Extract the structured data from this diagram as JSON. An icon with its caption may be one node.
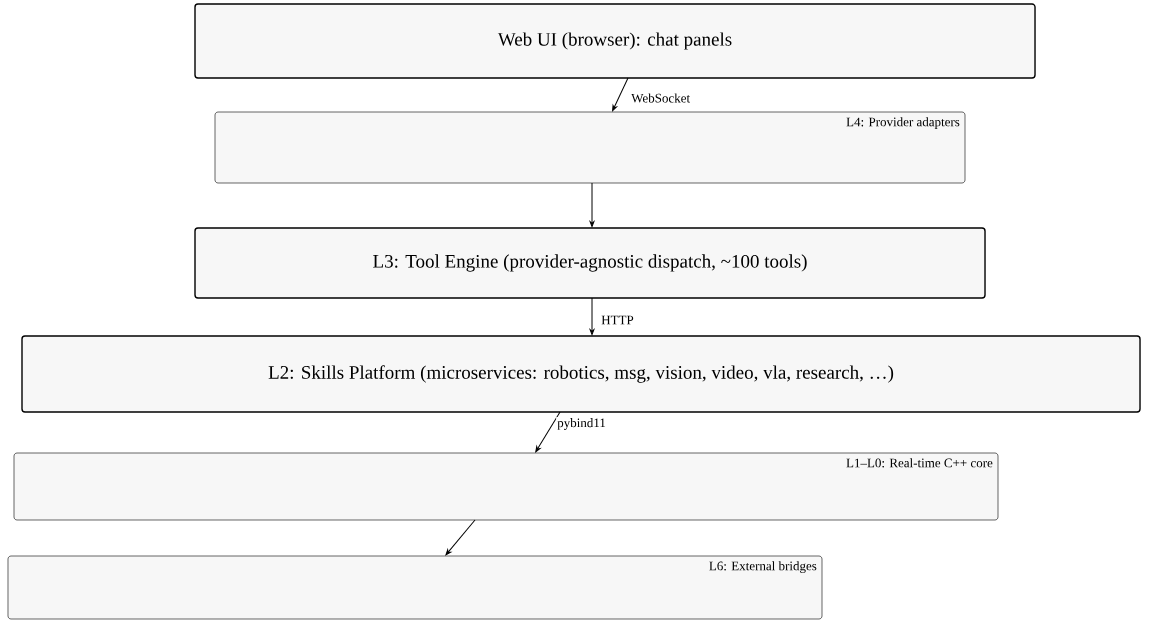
{
  "diagram": {
    "nodes": [
      {
        "text": [
          "Web UI (browser): chat panels"
        ]
      },
      {
        "text": [
          "L4: Provider adapters"
        ]
      },
      {
        "text": [
          "L3: Tool Engine (provider-agnostic dispatch, ~100 tools)"
        ]
      },
      {
        "text": [
          "L2: Skills Platform (microservices: robotics, msg, vision, video, vla, research, …)"
        ]
      },
      {
        "text": [
          "L1–L0: Real-time C++ core"
        ]
      },
      {
        "text": [
          "L6: External bridges"
        ]
      }
    ],
    "edges": [
      {
        "from": 0,
        "to": 1,
        "arrow": "to",
        "label": "WebSocket"
      },
      {
        "from": 1,
        "to": 2,
        "arrow": "to"
      },
      {
        "from": 2,
        "to": 3,
        "arrow": "to",
        "label": "HTTP"
      },
      {
        "from": 3,
        "to": 4,
        "arrow": "to",
        "label": "pybind11"
      },
      {
        "from": 4,
        "to": 5,
        "arrow": "to"
      }
    ]
  }
}
